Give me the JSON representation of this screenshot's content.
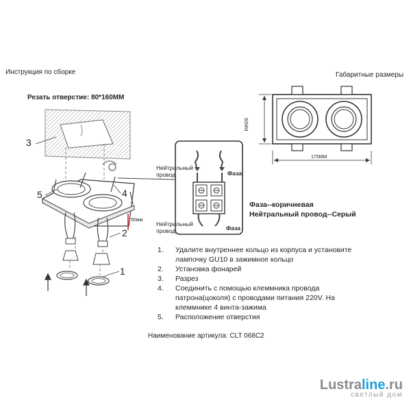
{
  "header": {
    "assembly_title": "Инструкция по сборке",
    "dimensions_title": "Габаритные размеры"
  },
  "cutout": {
    "label": "Резать отверстие:",
    "size": "80*160MM"
  },
  "dimensions": {
    "width": "175MM",
    "height": "92MM",
    "depth": "50мм"
  },
  "callouts": [
    "1",
    "2",
    "3",
    "4",
    "5"
  ],
  "wiring": {
    "neutral_top": "Нейтральный\nпровод",
    "phase_top": "Фаза",
    "neutral_bottom": "Нейтральный\nпровод",
    "phase_bottom": "Фаза",
    "legend_phase": "Фаза--коричневая",
    "legend_neutral": "Нейтральный провод--Серый"
  },
  "steps": [
    {
      "num": "1.",
      "text": "Удалите внутреннее кольцо из корпуса и установите лампочку GU10 в зажимное кольцо"
    },
    {
      "num": "2.",
      "text": "Установка фонарей"
    },
    {
      "num": "3.",
      "text": "Разрез"
    },
    {
      "num": "4.",
      "text": "Соединить с помощью клеммника провода патрона(цоколя) с проводами питания 220V. На клеммнике 4 винта-зажима"
    },
    {
      "num": "5.",
      "text": "Расположение отверстия"
    }
  ],
  "article": "Наименование артикула: CLT 068C2",
  "brand": {
    "part1": "Lustra",
    "part2": "line",
    "part3": ".ru",
    "tagline": "светлый дом",
    "accent_color": "#1aa0d8"
  }
}
